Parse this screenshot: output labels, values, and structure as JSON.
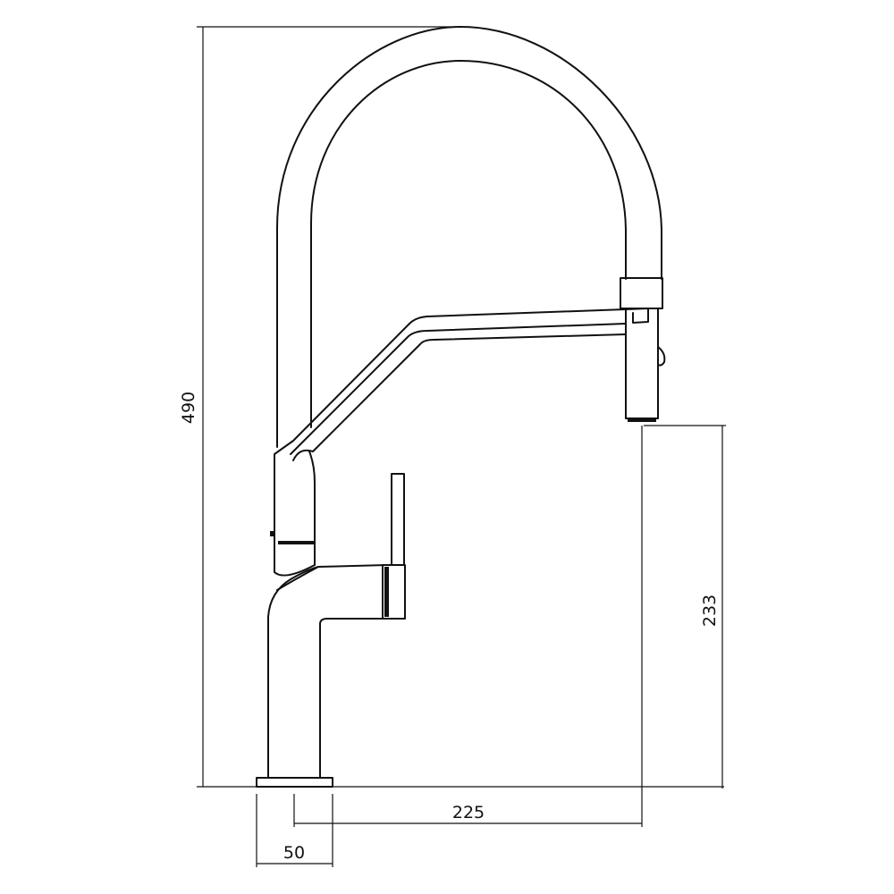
{
  "dimensions": {
    "height_total": "490",
    "spout_height": "233",
    "reach": "225",
    "base_width": "50"
  }
}
